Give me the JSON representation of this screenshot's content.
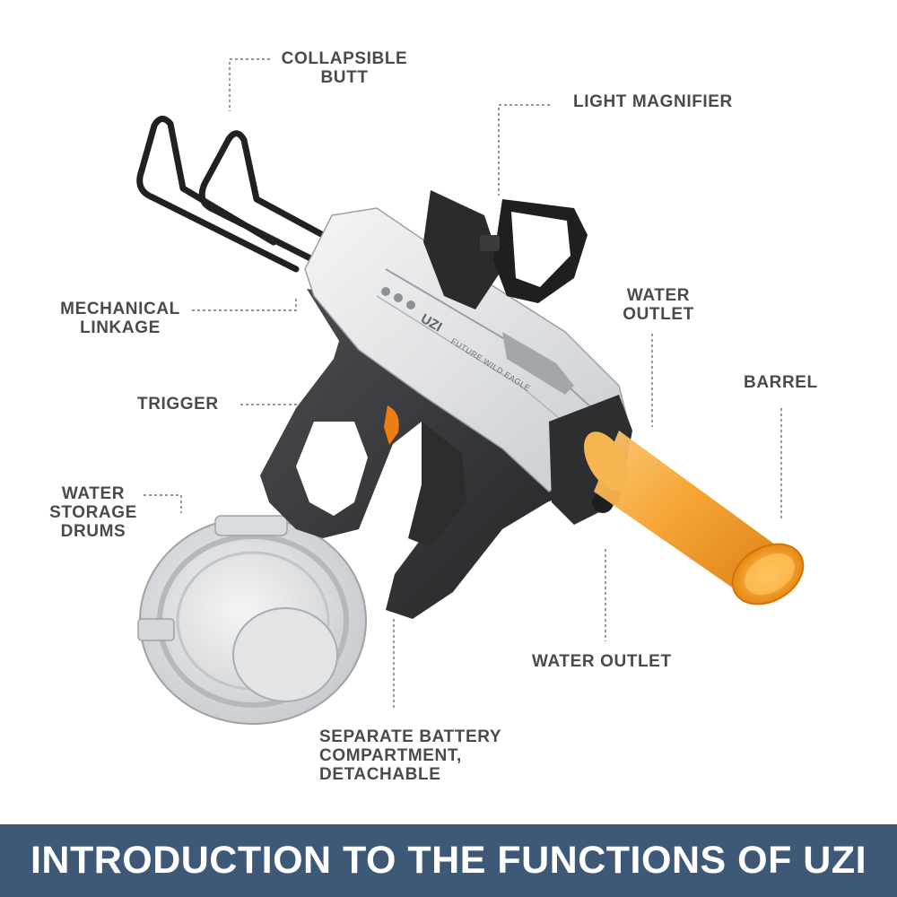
{
  "labels": {
    "collapsible_butt": "COLLAPSIBLE\nBUTT",
    "light_magnifier": "LIGHT MAGNIFIER",
    "mechanical_linkage": "MECHANICAL\nLINKAGE",
    "water_outlet_top": "WATER\nOUTLET",
    "barrel": "BARREL",
    "trigger": "TRIGGER",
    "water_storage_drums": "WATER\nSTORAGE\nDRUMS",
    "water_outlet_bottom": "WATER OUTLET",
    "battery": "SEPARATE BATTERY\nCOMPARTMENT,\n DETACHABLE"
  },
  "engraving": {
    "logo": "UZI",
    "text": "FUTURE WILD EAGLE"
  },
  "banner": {
    "title": "INTRODUCTION TO THE FUNCTIONS OF UZI"
  },
  "colors": {
    "banner_bg": "#3e5878",
    "label_text": "#4a4a4a",
    "body_white": "#e9eaec",
    "body_dark": "#3a3b3d",
    "barrel_orange": "#f29b1f",
    "drum_clear": "#d8dadd"
  }
}
